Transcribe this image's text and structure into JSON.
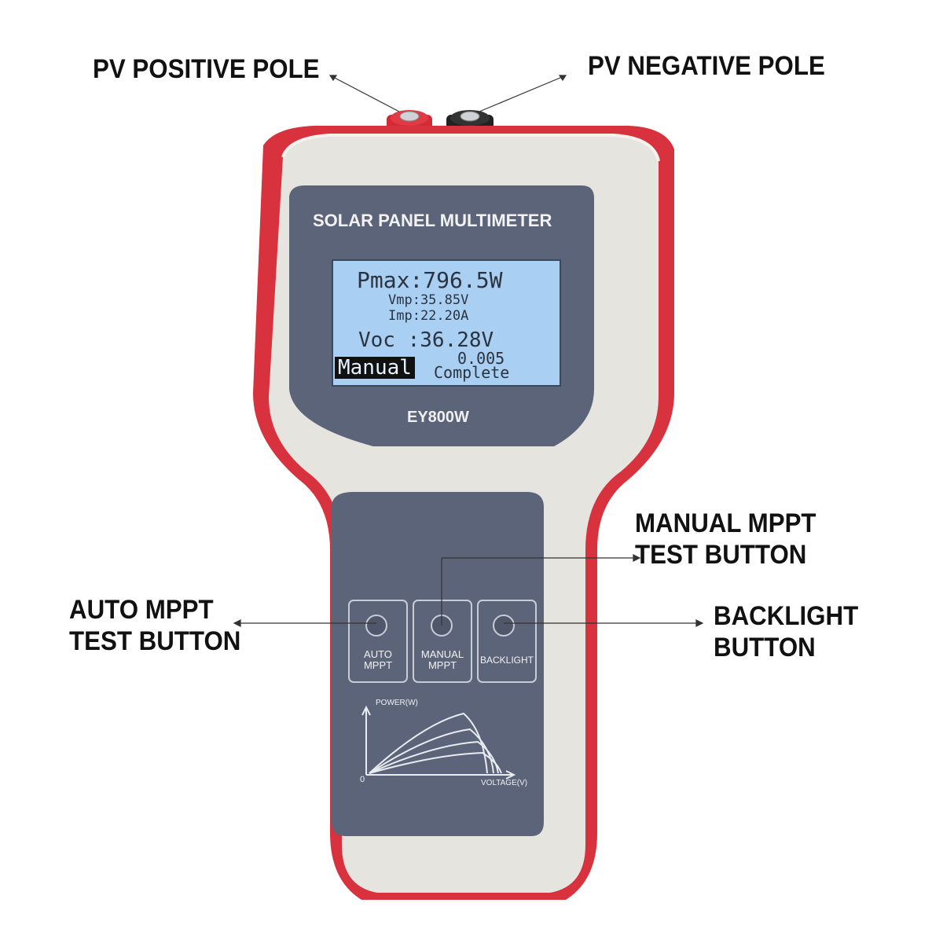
{
  "callouts": {
    "pv_positive": "PV POSITIVE POLE",
    "pv_negative": "PV NEGATIVE POLE",
    "manual_mppt_line1": "MANUAL MPPT",
    "manual_mppt_line2": "TEST BUTTON",
    "auto_mppt_line1": "AUTO MPPT",
    "auto_mppt_line2": "TEST BUTTON",
    "backlight_line1": "BACKLIGHT",
    "backlight_line2": "BUTTON"
  },
  "device": {
    "title": "SOLAR PANEL MULTIMETER",
    "model": "EY800W",
    "colors": {
      "body": "#e6e4df",
      "rubber": "#d93340",
      "panel": "#5b6478",
      "lcd": "#a9cff2"
    }
  },
  "display": {
    "pmax": "Pmax:796.5W",
    "vmp": "Vmp:35.85V",
    "imp": "Imp:22.20A",
    "voc": "Voc :36.28V",
    "mode": "Manual",
    "value": "0.005",
    "status": "Complete"
  },
  "buttons": {
    "auto_line1": "AUTO",
    "auto_line2": "MPPT",
    "manual_line1": "MANUAL",
    "manual_line2": "MPPT",
    "backlight": "BACKLIGHT"
  },
  "graph": {
    "y_label": "POWER(W)",
    "x_label": "VOLTAGE(V)",
    "origin": "0"
  }
}
